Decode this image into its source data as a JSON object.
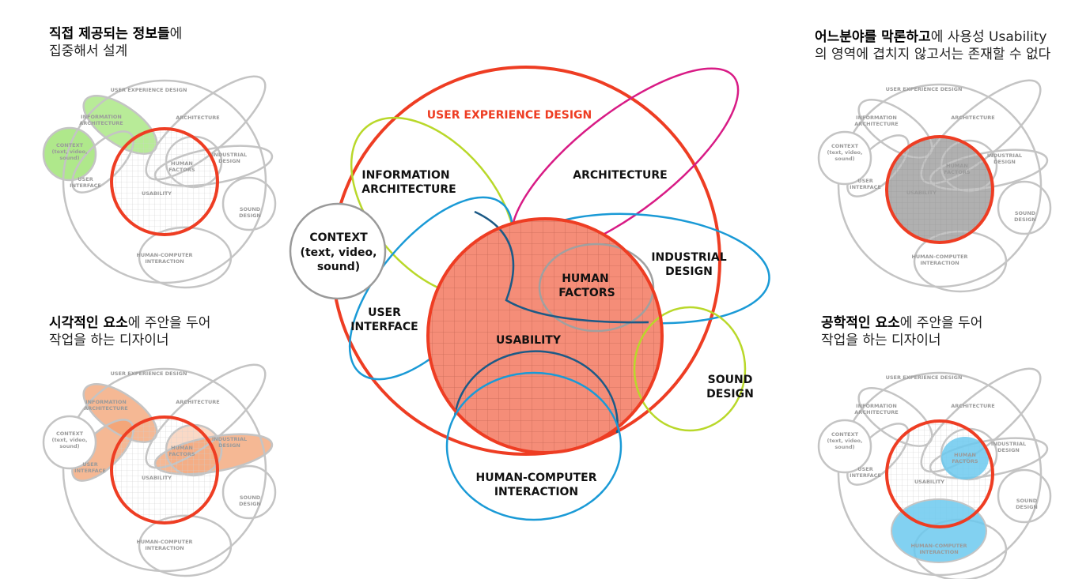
{
  "captions": {
    "top_left": {
      "bold": "직접 제공되는 정보들",
      "rest": "에",
      "line2": "집중해서 설계"
    },
    "bottom_left": {
      "bold": "시각적인 요소",
      "rest": "에 주안을 두어",
      "line2": "작업을 하는 디자이너"
    },
    "top_right": {
      "bold": "어느분야를 막론하고",
      "rest": "에 사용성 Usability",
      "line2": "의 영역에 겹치지 않고서는 존재할 수 없다"
    },
    "bottom_right": {
      "bold": "공학적인 요소",
      "rest": "에 주안을 두어",
      "line2": "작업을 하는 디자이너"
    }
  },
  "labels": {
    "ux": "USER EXPERIENCE DESIGN",
    "ia_1": "INFORMATION",
    "ia_2": "ARCHITECTURE",
    "arch": "ARCHITECTURE",
    "ctx_1": "CONTEXT",
    "ctx_2": "(text, video,",
    "ctx_3": "sound)",
    "ui_1": "USER",
    "ui_2": "INTERFACE",
    "hf_1": "HUMAN",
    "hf_2": "FACTORS",
    "ind_1": "INDUSTRIAL",
    "ind_2": "DESIGN",
    "usab": "USABILITY",
    "snd_1": "SOUND",
    "snd_2": "DESIGN",
    "hci_1": "HUMAN-COMPUTER",
    "hci_2": "INTERACTION"
  },
  "colors": {
    "ux": "#ee3d23",
    "ia": "#b9d82a",
    "arch": "#d81b85",
    "ctx": "#9a9a9a",
    "ui": "#1a9ad6",
    "industrial": "#1a9ad6",
    "hf": "#999999",
    "usability_fill": "#f58d78",
    "sound": "#b9d82a",
    "hci": "#1a9ad6",
    "hci_inner": "#1c5a86",
    "mini_gray": "#c4c4c4",
    "mini_green": "#a6e67e",
    "mini_orange": "#f2a070",
    "mini_blue": "#6cc9ee"
  }
}
